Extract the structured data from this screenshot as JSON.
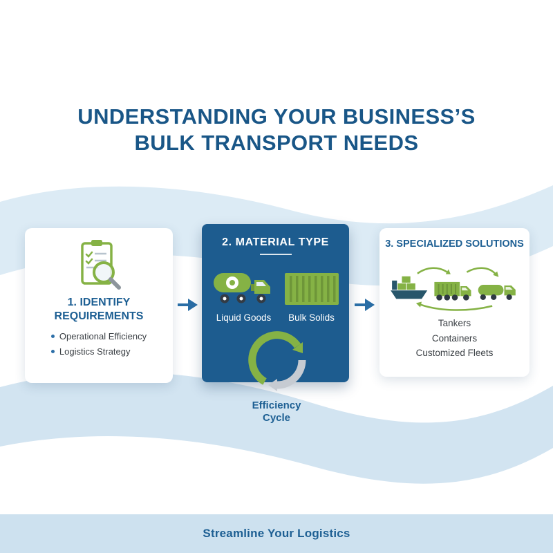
{
  "title": {
    "line1": "UNDERSTANDING YOUR BUSINESS’S",
    "line2": "BULK TRANSPORT NEEDS"
  },
  "steps": [
    {
      "title": "1. IDENTIFY REQUIREMENTS",
      "bullets": [
        "Operational Efficiency",
        "Logistics Strategy"
      ]
    },
    {
      "title": "2. MATERIAL TYPE",
      "labels": [
        "Liquid Goods",
        "Bulk Solids"
      ]
    },
    {
      "title": "3. SPECIALIZED SOLUTIONS",
      "items": [
        "Tankers",
        "Containers",
        "Customized Fleets"
      ]
    }
  ],
  "cycle": {
    "line1": "Efficiency",
    "line2": "Cycle"
  },
  "footer": {
    "text": "Streamline Your Logistics"
  },
  "icons": {
    "step1": "checklist-magnifier",
    "step2": [
      "tanker-truck",
      "bulk-container"
    ],
    "step3": [
      "cargo-ship",
      "container-truck",
      "tanker-truck"
    ],
    "flow": "right-arrow",
    "cycle": "circular-arrows"
  },
  "colors": {
    "primary_blue": "#1d5c8f",
    "accent_green": "#85b245",
    "wave_light": "#dcebf5",
    "wave_deep": "#d2e4f1",
    "footer_bg": "#cde1ef",
    "text_dark": "#3b4045"
  }
}
